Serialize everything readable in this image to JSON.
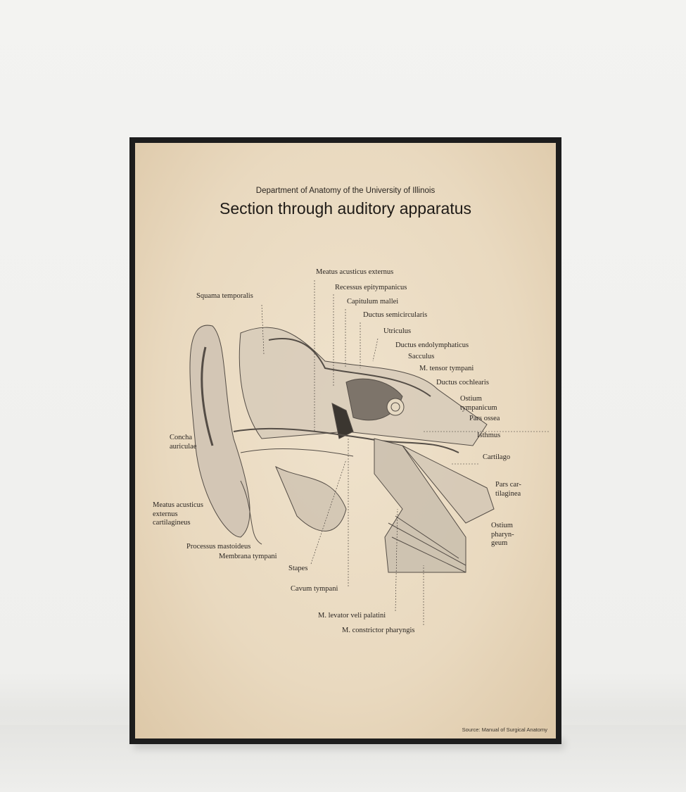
{
  "poster": {
    "subtitle": "Department of Anatomy of the University of Illinois",
    "title": "Section through auditory apparatus",
    "source": "Source: Manual of Surgical Anatomy",
    "labels": {
      "meatus_ext": "Meatus acusticus externus",
      "recessus": "Recessus epitympanicus",
      "capitulum": "Capitulum mallei",
      "squama": "Squama temporalis",
      "ductus_semi": "Ductus semicircularis",
      "utriculus": "Utriculus",
      "ductus_endo": "Ductus endolymphaticus",
      "sacculus": "Sacculus",
      "tensor": "M. tensor tympani",
      "cochlearis": "Ductus cochlearis",
      "ostium_tymp_1": "Ostium",
      "ostium_tymp_2": "tympanicum",
      "pars_ossea": "Pars ossea",
      "isthmus": "Isthmus",
      "concha_1": "Concha",
      "concha_2": "auriculae",
      "cartilago": "Cartilago",
      "pars_cart_1": "Pars car-",
      "pars_cart_2": "tilaginea",
      "meatus_cart_1": "Meatus acusticus",
      "meatus_cart_2": "externus",
      "meatus_cart_3": "cartilagineus",
      "ostium_phar_1": "Ostium",
      "ostium_phar_2": "pharyn-",
      "ostium_phar_3": "geum",
      "processus": "Processus mastoideus",
      "membrana": "Membrana tympani",
      "stapes": "Stapes",
      "cavum": "Cavum tympani",
      "levator": "M. levator veli palatini",
      "constrictor": "M. constrictor pharyngis"
    }
  }
}
